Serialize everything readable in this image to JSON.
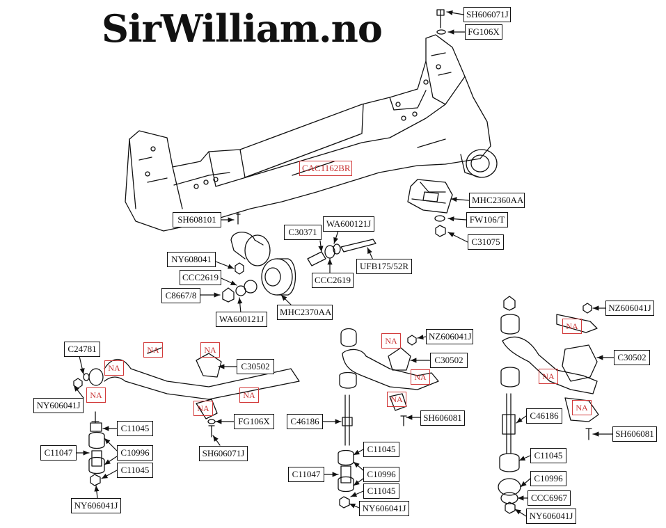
{
  "brand": "SirWilliam.no",
  "colors": {
    "line": "#111111",
    "na": "#c83232"
  },
  "labels": {
    "sh606071j_top": "SH606071J",
    "fg106x_top": "FG106X",
    "cac1162br": "CAC1162BR",
    "mhc2360aa": "MHC2360AA",
    "fw106t": "FW106/T",
    "c31075": "C31075",
    "sh608101": "SH608101",
    "c30371": "C30371",
    "wa600121j_a": "WA600121J",
    "ny608041": "NY608041",
    "ccc2619_a": "CCC2619",
    "ccc2619_b": "CCC2619",
    "ufb175": "UFB175/52R",
    "c8667": "C8667/8",
    "wa600121j_b": "WA600121J",
    "mhc2370aa": "MHC2370AA",
    "nz606041j_r": "NZ606041J",
    "nz606041j_m": "NZ606041J",
    "c24781": "C24781",
    "ny606041j_l1": "NY606041J",
    "c30502_l": "C30502",
    "c30502_m": "C30502",
    "c30502_r": "C30502",
    "fg106x_l": "FG106X",
    "sh606071j_l": "SH606071J",
    "sh606081_m": "SH606081",
    "sh606081_r": "SH606081",
    "c11045_l1": "C11045",
    "c11047_l": "C11047",
    "c10996_l": "C10996",
    "c11045_l2": "C11045",
    "ny606041j_l2": "NY606041J",
    "c46186_m": "C46186",
    "c11045_m1": "C11045",
    "c11047_m": "C11047",
    "c10996_m": "C10996",
    "c11045_m2": "C11045",
    "ny606041j_m": "NY606041J",
    "c46186_r": "C46186",
    "c11045_r": "C11045",
    "c10996_r": "C10996",
    "ccc6967": "CCC6967",
    "ny606041j_r": "NY606041J",
    "na": "NA"
  }
}
